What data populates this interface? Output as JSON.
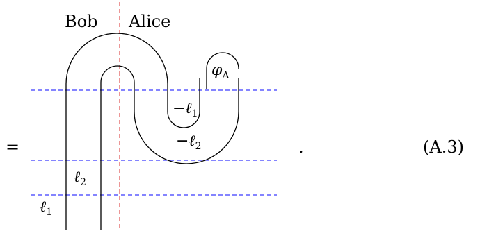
{
  "labels": {
    "equals": "=",
    "bob": "Bob",
    "alice": "Alice",
    "phi": "φ",
    "phi_sub": "A",
    "minus_l1": "−ℓ",
    "minus_l1_sub": "1",
    "minus_l2": "−ℓ",
    "minus_l2_sub": "2",
    "l2": "ℓ",
    "l2_sub": "2",
    "l1": "ℓ",
    "l1_sub": "1",
    "period": ".",
    "equation_number": "(A.3)"
  },
  "colors": {
    "strand": "#000000",
    "time_slice": "#3b3bff",
    "party_divider": "#e05050"
  }
}
